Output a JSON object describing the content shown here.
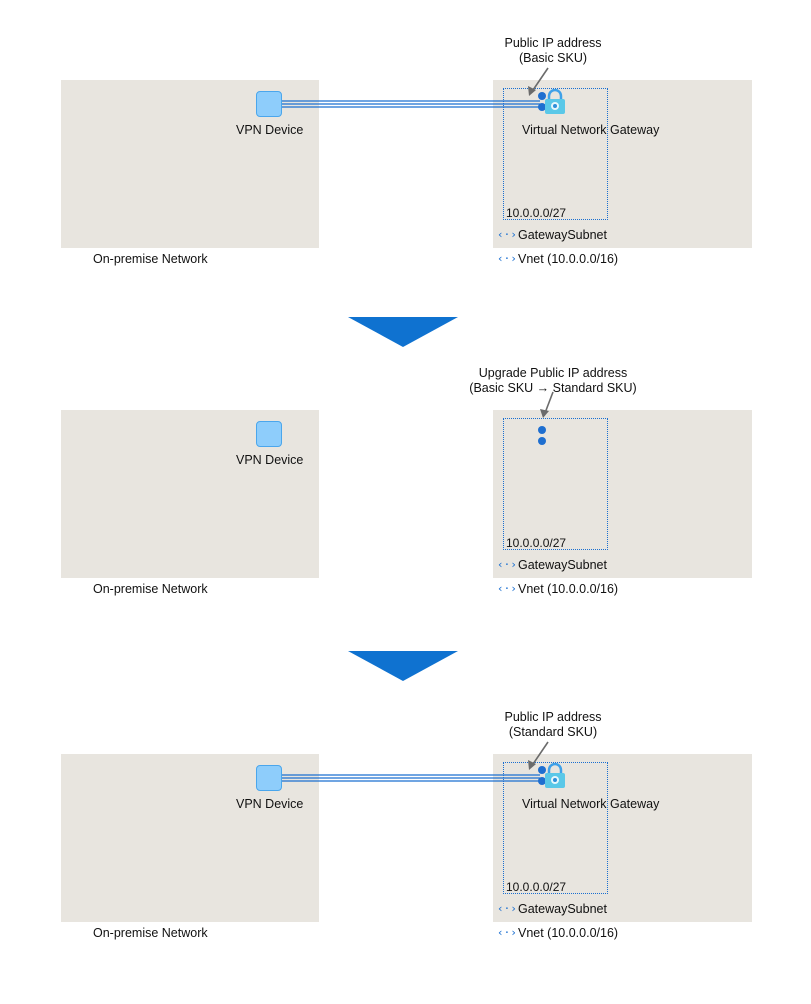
{
  "labels": {
    "vpn_device": "VPN Device",
    "on_premise_network": "On-premise Network",
    "virtual_network_gateway": "Virtual Network Gateway",
    "subnet_cidr": "10.0.0.0/27",
    "gateway_subnet": "GatewaySubnet",
    "vnet": "Vnet (10.0.0.0/16)"
  },
  "stages": [
    {
      "callout_line1": "Public IP address",
      "callout_line2": "(Basic SKU)"
    },
    {
      "callout_line1": "Upgrade Public IP address",
      "callout_line2": "(Basic SKU → Standard SKU)"
    },
    {
      "callout_line1": "Public IP address",
      "callout_line2": "(Standard SKU)"
    }
  ],
  "icons": {
    "vpn_device": "vpn-device-icon",
    "public_ip": "public-ip-icon",
    "gateway": "virtual-network-gateway-icon",
    "subnet": "subnet-icon",
    "vnet": "vnet-icon",
    "flow": "down-arrow-icon"
  },
  "colors": {
    "panel": "#e8e5df",
    "accent": "#0f72d0",
    "vpn_device": "#8ecdfb",
    "connection": "#1a6fd1"
  }
}
